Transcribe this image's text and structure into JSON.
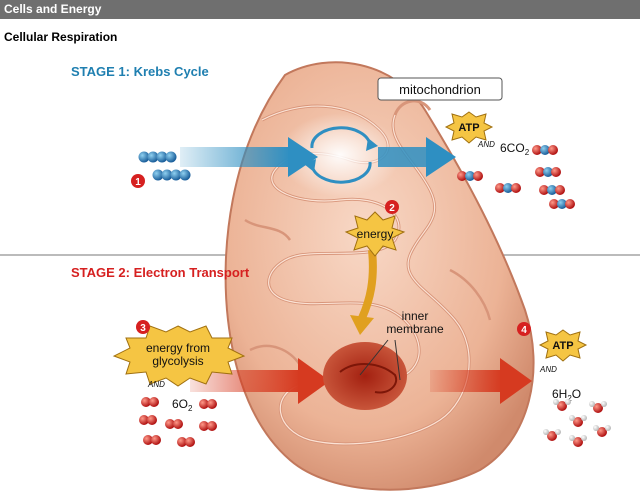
{
  "header": {
    "title": "Cells and Energy"
  },
  "page": {
    "subtitle": "Cellular Respiration"
  },
  "diagram": {
    "stage1_title": "STAGE 1: Krebs Cycle",
    "stage2_title": "STAGE 2: Electron Transport",
    "mitochondrion_label": "mitochondrion",
    "energy_label": "energy",
    "energy_from_line1": "energy from",
    "energy_from_line2": "glycolysis",
    "inner_membrane_line1": "inner",
    "inner_membrane_line2": "membrane",
    "atp_label_1": "ATP",
    "atp_label_2": "ATP",
    "and_label_1": "AND",
    "and_label_2": "AND",
    "and_label_3": "AND",
    "co2_label": "6CO",
    "co2_sub": "2",
    "o2_label": "6O",
    "o2_sub": "2",
    "h2o_pre": "6H",
    "h2o_sub": "2",
    "h2o_post": "O",
    "step_1": "1",
    "step_2": "2",
    "step_3": "3",
    "step_4": "4",
    "colors": {
      "stage1": "#1f7fb0",
      "stage2": "#d62020",
      "step_badge": "#d62020",
      "mitochondrion": "#f2bfa6",
      "energy_arrow": "#e0a020",
      "blue_arrow": "#2e8fc2",
      "red_arrow": "#d63a20"
    }
  }
}
